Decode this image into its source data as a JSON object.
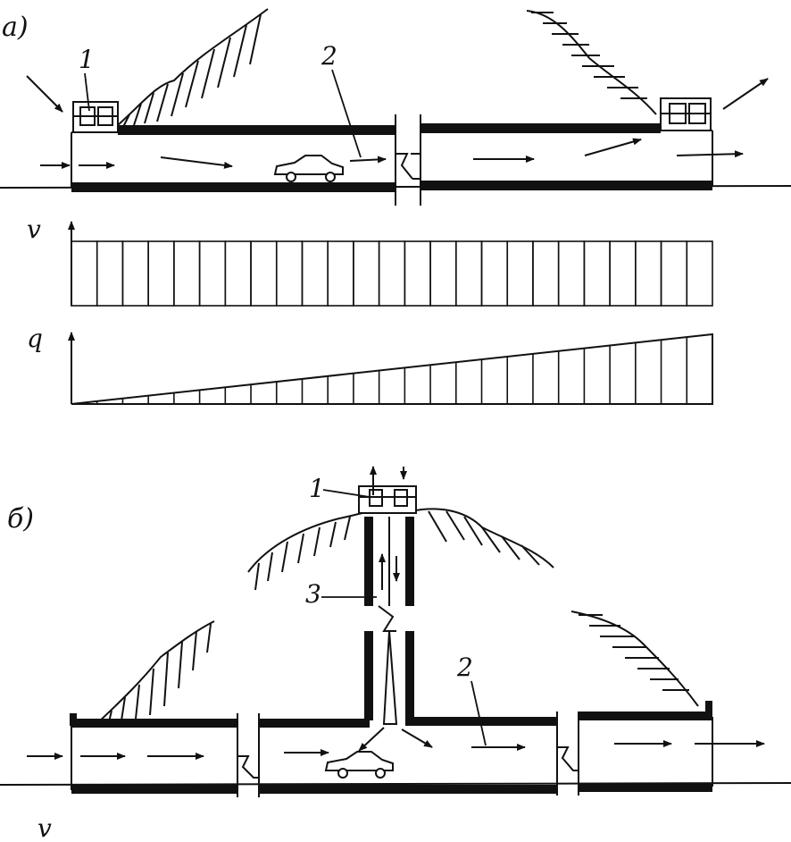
{
  "panel_a": {
    "letter": "а)",
    "callout_1": "1",
    "callout_2": "2",
    "velocity_axis": "v",
    "flow_axis": "q"
  },
  "panel_b": {
    "letter": "б)",
    "callout_1": "1",
    "callout_2": "2",
    "callout_3": "3",
    "velocity_axis": "v"
  },
  "colors": {
    "ink": "#111111",
    "paper": "#ffffff"
  },
  "profiles": {
    "velocity": {
      "shape": "uniform",
      "level": 1.0,
      "cells": 25
    },
    "airflow": {
      "shape": "linear-increase",
      "start": 0.0,
      "end": 1.0,
      "cells": 25
    }
  }
}
